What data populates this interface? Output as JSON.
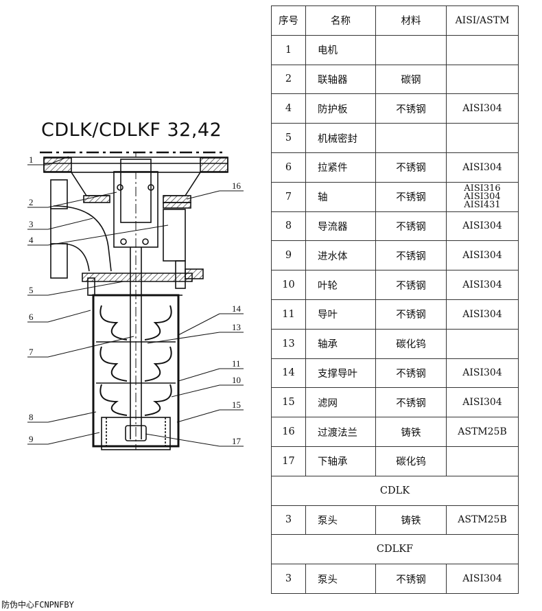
{
  "title": "CDLK/CDLKF 32,42",
  "footer": "防伪中心FCNPNFBY",
  "drawing_labels": {
    "left": [
      "1",
      "2",
      "3",
      "4",
      "5",
      "6",
      "7",
      "8",
      "9"
    ],
    "right": [
      "16",
      "14",
      "13",
      "11",
      "10",
      "15",
      "17"
    ]
  },
  "table": {
    "headers": [
      "序号",
      "名称",
      "材料",
      "AISI/ASTM"
    ],
    "rows": [
      {
        "no": "1",
        "name": "电机",
        "material": "",
        "std": ""
      },
      {
        "no": "2",
        "name": "联轴器",
        "material": "碳钢",
        "std": ""
      },
      {
        "no": "4",
        "name": "防护板",
        "material": "不锈钢",
        "std": "AISI304"
      },
      {
        "no": "5",
        "name": "机械密封",
        "material": "",
        "std": ""
      },
      {
        "no": "6",
        "name": "拉紧件",
        "material": "不锈钢",
        "std": "AISI304"
      },
      {
        "no": "7",
        "name": "轴",
        "material": "不锈钢",
        "std": "AISI316\nAISI304\nAISI431"
      },
      {
        "no": "8",
        "name": "导流器",
        "material": "不锈钢",
        "std": "AISI304"
      },
      {
        "no": "9",
        "name": "进水体",
        "material": "不锈钢",
        "std": "AISI304"
      },
      {
        "no": "10",
        "name": "叶轮",
        "material": "不锈钢",
        "std": "AISI304"
      },
      {
        "no": "11",
        "name": "导叶",
        "material": "不锈钢",
        "std": "AISI304"
      },
      {
        "no": "13",
        "name": "轴承",
        "material": "碳化钨",
        "std": ""
      },
      {
        "no": "14",
        "name": "支撑导叶",
        "material": "不锈钢",
        "std": "AISI304"
      },
      {
        "no": "15",
        "name": "滤网",
        "material": "不锈钢",
        "std": "AISI304"
      },
      {
        "no": "16",
        "name": "过渡法兰",
        "material": "铸铁",
        "std": "ASTM25B"
      },
      {
        "no": "17",
        "name": "下轴承",
        "material": "碳化钨",
        "std": ""
      }
    ],
    "variants": [
      {
        "name": "CDLK",
        "rows": [
          {
            "no": "3",
            "name": "泵头",
            "material": "铸铁",
            "std": "ASTM25B"
          }
        ]
      },
      {
        "name": "CDLKF",
        "rows": [
          {
            "no": "3",
            "name": "泵头",
            "material": "不锈钢",
            "std": "AISI304"
          }
        ]
      }
    ]
  }
}
